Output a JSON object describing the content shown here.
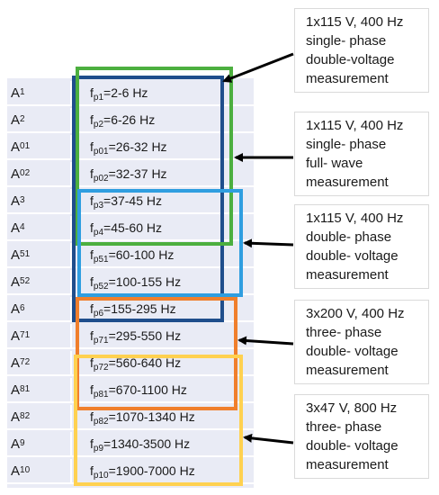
{
  "rows": [
    {
      "label": "A",
      "sub": "1",
      "fsub": "p1",
      "range": "=2-6 Hz"
    },
    {
      "label": "A",
      "sub": "2",
      "fsub": "p2",
      "range": "=6-26 Hz"
    },
    {
      "label": "A",
      "sub": "01",
      "fsub": "p01",
      "range": "=26-32 Hz"
    },
    {
      "label": "A",
      "sub": "02",
      "fsub": "p02",
      "range": "=32-37 Hz"
    },
    {
      "label": "A",
      "sub": "3",
      "fsub": "p3",
      "range": "=37-45 Hz"
    },
    {
      "label": "A",
      "sub": "4",
      "fsub": "p4",
      "range": "=45-60 Hz"
    },
    {
      "label": "A",
      "sub": "51",
      "fsub": "p51",
      "range": "=60-100 Hz"
    },
    {
      "label": "A",
      "sub": "52",
      "fsub": "p52",
      "range": "=100-155 Hz"
    },
    {
      "label": "A",
      "sub": "6",
      "fsub": "p6",
      "range": "=155-295 Hz"
    },
    {
      "label": "A",
      "sub": "71",
      "fsub": "p71",
      "range": "=295-550 Hz"
    },
    {
      "label": "A",
      "sub": "72",
      "fsub": "p72",
      "range": "=560-640 Hz"
    },
    {
      "label": "A",
      "sub": "81",
      "fsub": "p81",
      "range": "=670-1100 Hz"
    },
    {
      "label": "A",
      "sub": "82",
      "fsub": "p82",
      "range": "=1070-1340 Hz"
    },
    {
      "label": "A",
      "sub": "9",
      "fsub": "p9",
      "range": "=1340-3500 Hz"
    },
    {
      "label": "A",
      "sub": "10",
      "fsub": "p10",
      "range": "=1900-7000 Hz"
    }
  ],
  "callouts": [
    {
      "lines": [
        "1x115 V, 400 Hz",
        "single- phase",
        "double-voltage",
        "measurement"
      ]
    },
    {
      "lines": [
        "1x115 V, 400 Hz",
        "single- phase",
        "full- wave",
        "measurement"
      ]
    },
    {
      "lines": [
        "1x115 V, 400 Hz",
        "double- phase",
        "double- voltage",
        "measurement"
      ]
    },
    {
      "lines": [
        "3x200 V, 400 Hz",
        "three- phase",
        "double- voltage",
        "measurement"
      ]
    },
    {
      "lines": [
        "3x47 V, 800 Hz",
        "three- phase",
        "double- voltage",
        "measurement"
      ]
    }
  ],
  "colors": {
    "green": "#4caf3f",
    "dark_blue": "#1f4e8c",
    "light_blue": "#2f9ee0",
    "orange": "#f07f2c",
    "yellow": "#ffd150",
    "arrow": "#000000"
  }
}
